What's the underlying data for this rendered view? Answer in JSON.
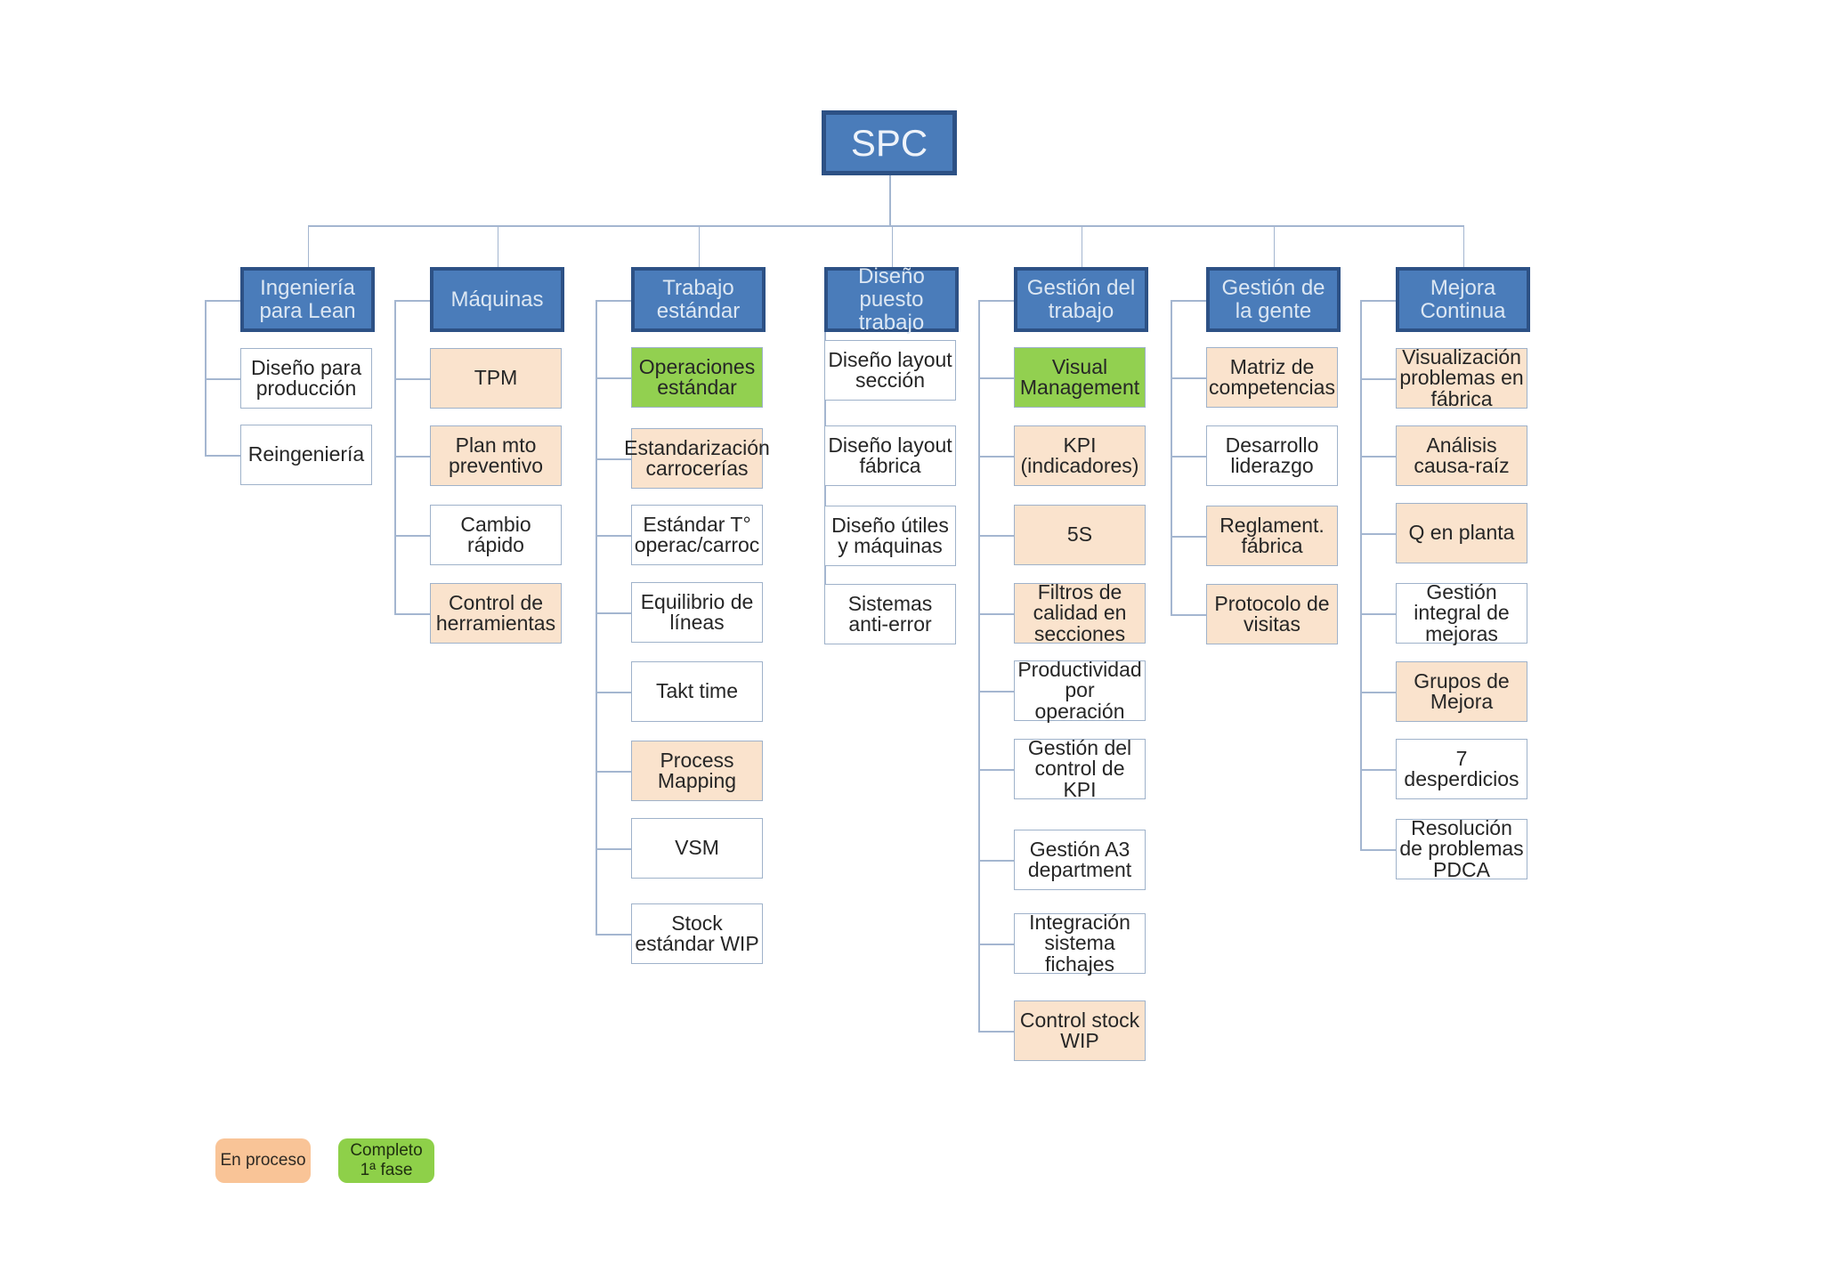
{
  "root_label": "SPC",
  "status_colors": {
    "pending": "#ffffff",
    "in_progress": "#fae3cd",
    "complete": "#92d050"
  },
  "legend": {
    "in_progress_label": "En proceso",
    "complete_label": "Completo 1ª fase",
    "in_progress_color": "#f9c497",
    "complete_color": "#8ed049"
  },
  "columns": [
    {
      "header": "Ingeniería para Lean",
      "children": [
        {
          "label": "Diseño para producción",
          "status": "pending"
        },
        {
          "label": "Reingeniería",
          "status": "pending"
        }
      ]
    },
    {
      "header": "Máquinas",
      "children": [
        {
          "label": "TPM",
          "status": "in_progress"
        },
        {
          "label": "Plan mto preventivo",
          "status": "in_progress"
        },
        {
          "label": "Cambio rápido",
          "status": "pending"
        },
        {
          "label": "Control de herramientas",
          "status": "in_progress"
        }
      ]
    },
    {
      "header": "Trabajo estándar",
      "children": [
        {
          "label": "Operaciones estándar",
          "status": "complete"
        },
        {
          "label": "Estandarización carrocerías",
          "status": "in_progress"
        },
        {
          "label": "Estándar T° operac/carroc",
          "status": "pending"
        },
        {
          "label": "Equilibrio de líneas",
          "status": "pending"
        },
        {
          "label": "Takt time",
          "status": "pending"
        },
        {
          "label": "Process Mapping",
          "status": "in_progress"
        },
        {
          "label": "VSM",
          "status": "pending"
        },
        {
          "label": "Stock estándar WIP",
          "status": "pending"
        }
      ]
    },
    {
      "header": "Diseño puesto trabajo",
      "children": [
        {
          "label": "Diseño layout sección",
          "status": "pending"
        },
        {
          "label": "Diseño layout fábrica",
          "status": "pending"
        },
        {
          "label": "Diseño útiles y máquinas",
          "status": "pending"
        },
        {
          "label": "Sistemas anti-error",
          "status": "pending"
        }
      ]
    },
    {
      "header": "Gestión del trabajo",
      "children": [
        {
          "label": "Visual Management",
          "status": "complete"
        },
        {
          "label": "KPI (indicadores)",
          "status": "in_progress"
        },
        {
          "label": "5S",
          "status": "in_progress"
        },
        {
          "label": "Filtros de calidad en secciones",
          "status": "in_progress"
        },
        {
          "label": "Productividad por operación",
          "status": "pending"
        },
        {
          "label": "Gestión del control de KPI",
          "status": "pending"
        },
        {
          "label": "Gestión A3 department",
          "status": "pending"
        },
        {
          "label": "Integración sistema fichajes",
          "status": "pending"
        },
        {
          "label": "Control stock WIP",
          "status": "in_progress"
        }
      ]
    },
    {
      "header": "Gestión de la gente",
      "children": [
        {
          "label": "Matriz de competencias",
          "status": "in_progress"
        },
        {
          "label": "Desarrollo liderazgo",
          "status": "pending"
        },
        {
          "label": "Reglament. fábrica",
          "status": "in_progress"
        },
        {
          "label": "Protocolo de visitas",
          "status": "in_progress"
        }
      ]
    },
    {
      "header": "Mejora Continua",
      "children": [
        {
          "label": "Visualización problemas en fábrica",
          "status": "in_progress"
        },
        {
          "label": "Análisis causa-raíz",
          "status": "in_progress"
        },
        {
          "label": "Q en planta",
          "status": "in_progress"
        },
        {
          "label": "Gestión integral de mejoras",
          "status": "pending"
        },
        {
          "label": "Grupos de Mejora",
          "status": "in_progress"
        },
        {
          "label": "7 desperdicios",
          "status": "pending"
        },
        {
          "label": "Resolución de problemas PDCA",
          "status": "pending"
        }
      ]
    }
  ]
}
